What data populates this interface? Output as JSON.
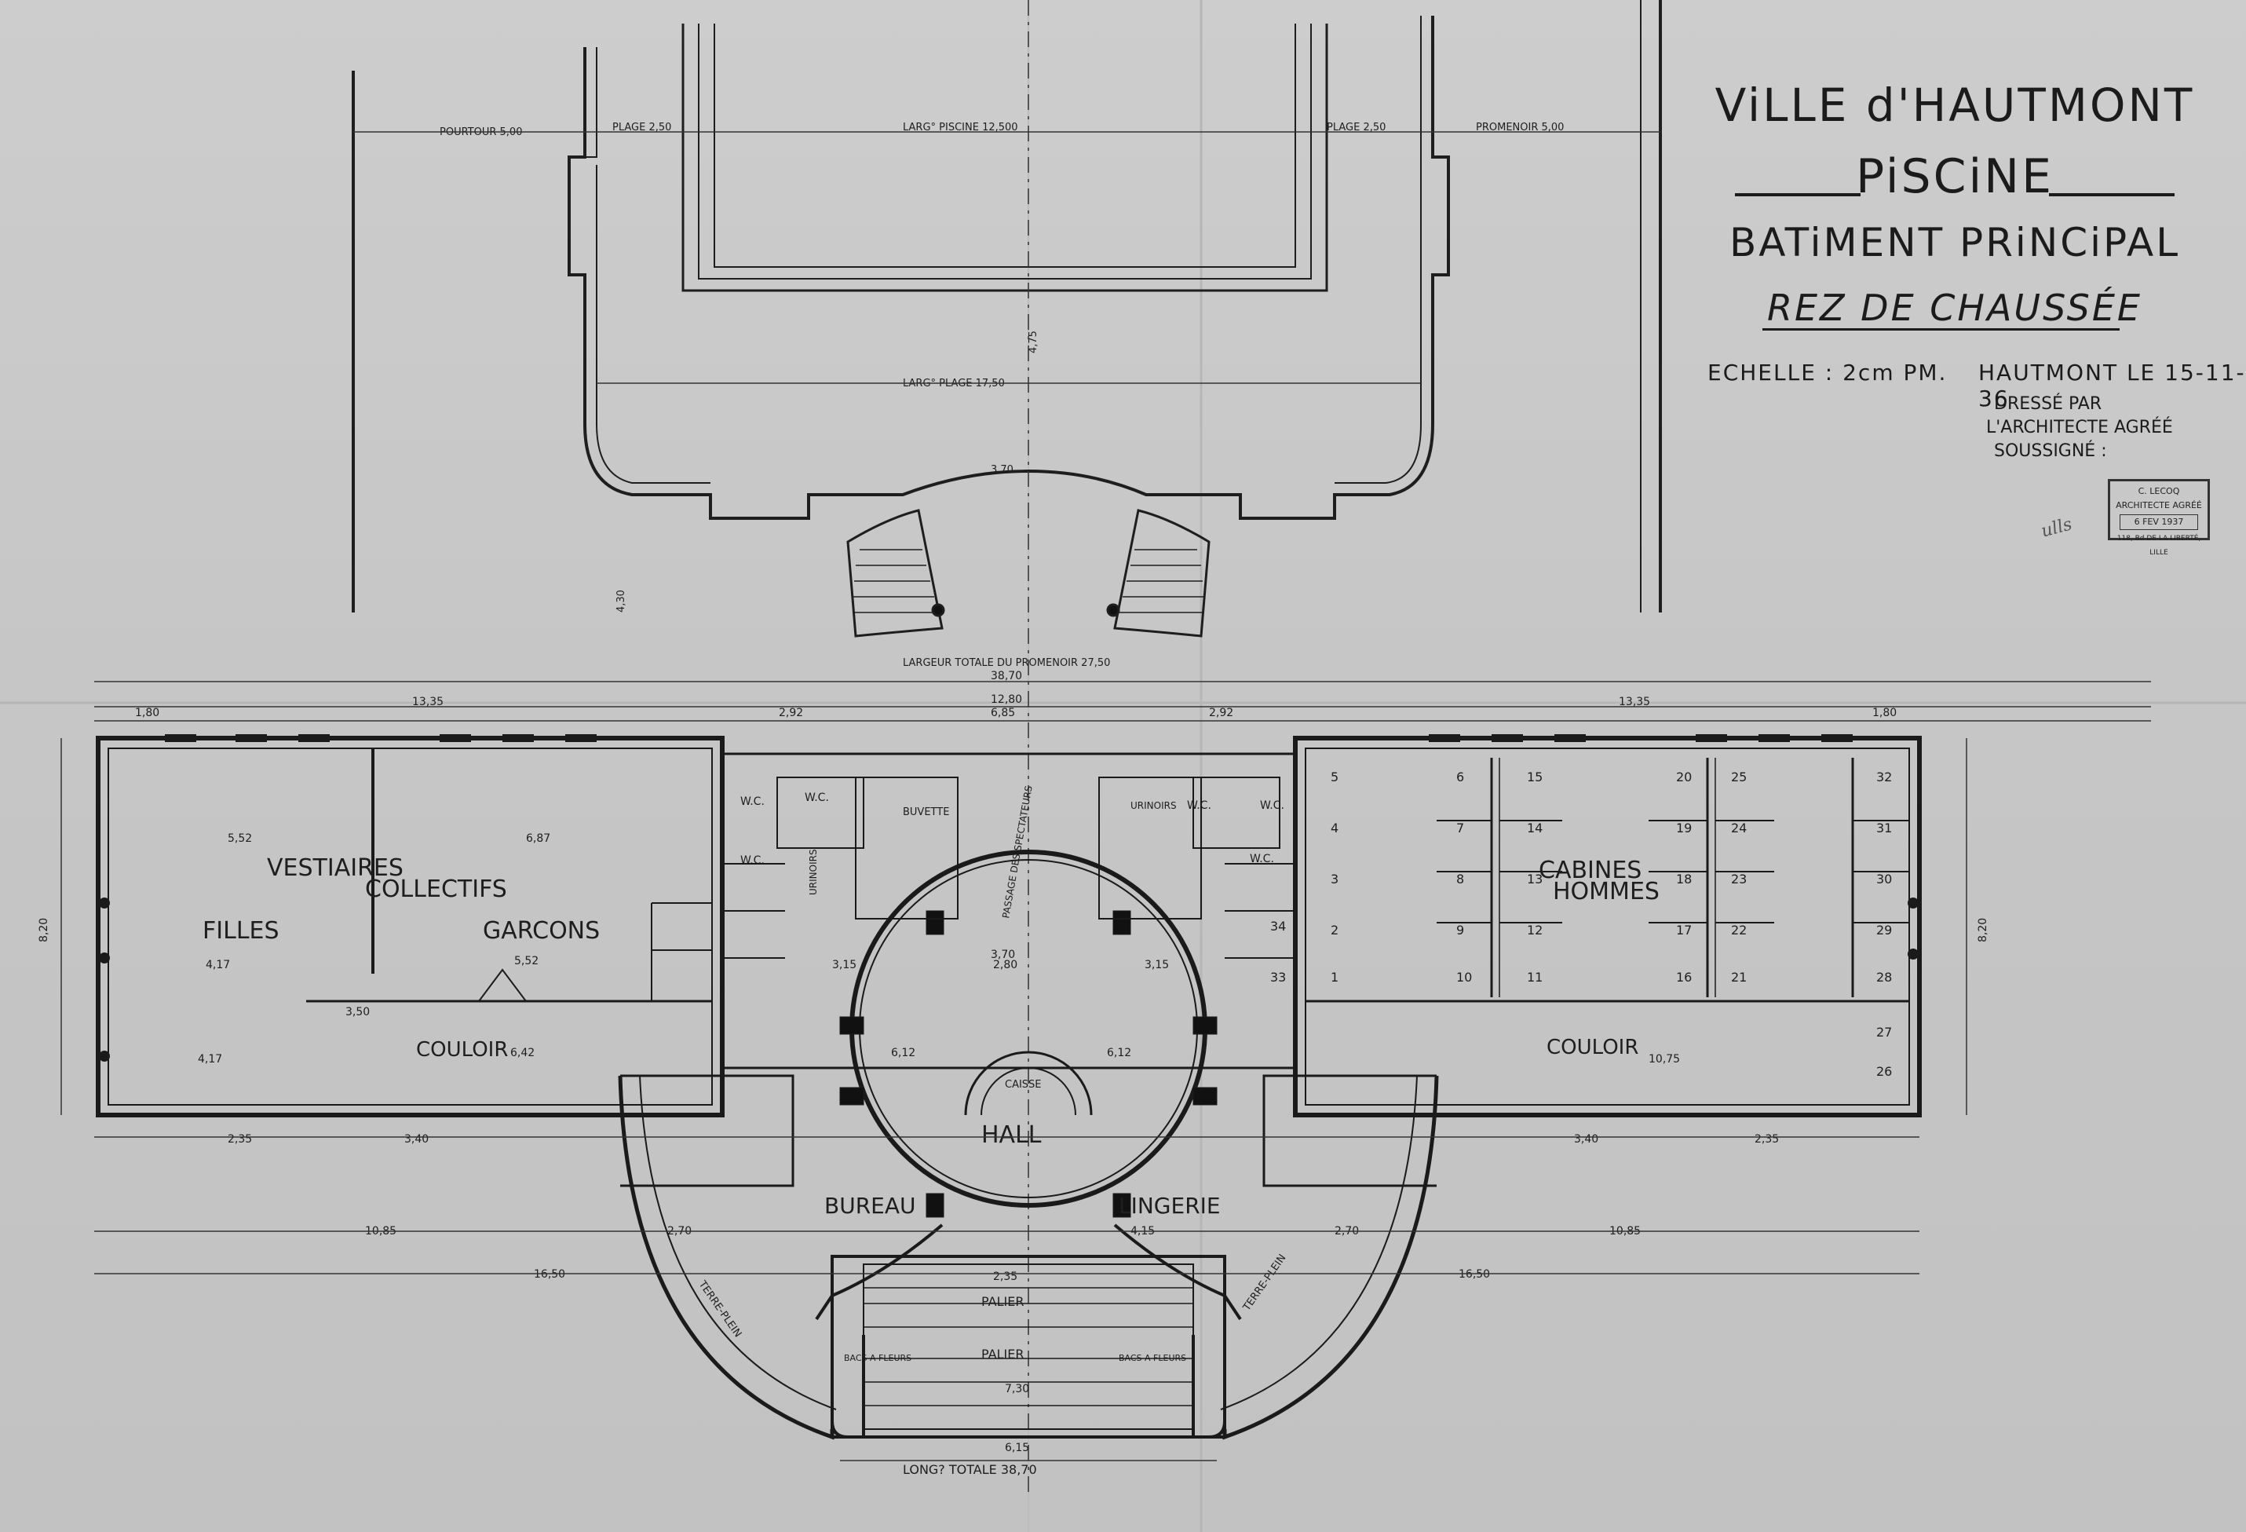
{
  "title_block": {
    "line1": "ViLLE d'HAUTMONT",
    "line2": "PiSCiNE",
    "line3": "BATiMENT PRiNCiPAL",
    "line4": "REZ DE CHAUSSÉE",
    "scale": "ECHELLE : 2cm PM.",
    "date": "HAUTMONT LE 15-11-36",
    "dresse1": "DRESSÉ PAR",
    "dresse2": "L'ARCHITECTE AGRÉÉ",
    "dresse3": "SOUSSIGNÉ :"
  },
  "stamp": {
    "name": "C. LECOQ",
    "role": "ARCHITECTE AGRÉÉ",
    "date": "6 FEV 1937",
    "address": "118, Bd DE LA LIBERTÉ, LILLE"
  },
  "initials": "ulls",
  "pool": {
    "pourtour": "POURTOUR 5,00",
    "plage_left": "PLAGE 2,50",
    "largeur_piscine": "LARG° PISCINE 12,500",
    "plage_right": "PLAGE 2,50",
    "promenoir": "PROMENOIR 5,00",
    "largeur_plage": "LARG° PLAGE 17,50",
    "largeur_totale": "LARGEUR TOTALE DU PROMENOIR 27,50",
    "dim_3_70": "3,70",
    "dim_4_75": "4,75",
    "dim_4_30": "4,30"
  },
  "rooms": {
    "vestiaires": "VESTIAIRES",
    "collectifs": "COLLECTIFS",
    "filles": "FILLES",
    "garcons": "GARCONS",
    "couloir_left": "COULOIR",
    "couloir_right": "COULOIR",
    "cabines": "CABINES",
    "hommes": "HOMMES",
    "hall": "HALL",
    "bureau": "BUREAU",
    "lingerie": "LINGERIE",
    "buvette": "BUVETTE",
    "urinoirs_left": "URINOIRS",
    "urinoirs_right": "URINOIRS",
    "wc_1": "W.C.",
    "wc_2": "W.C.",
    "wc_3": "W.C.",
    "wc_4": "W.C.",
    "wc_5": "W.C.",
    "wc_6": "W.C.",
    "palier_1": "PALIER",
    "palier_2": "PALIER",
    "terre_plein_left": "TERRE-PLEIN",
    "terre_plein_right": "TERRE-PLEIN",
    "bacs_left": "BACS A FLEURS",
    "bacs_right": "BACS A FLEURS",
    "caisse": "CAISSE",
    "passage": "PASSAGE DES SPECTATEURS"
  },
  "dimensions": {
    "total_width": "38,70",
    "long_totale": "LONG? TOTALE 38,70",
    "left_10_85": "10,85",
    "right_10_85": "10,85",
    "left_16_50": "16,50",
    "right_16_50": "16,50",
    "depth_left": "8,20",
    "depth_right": "8,20",
    "top_left_1_80": "1,80",
    "top_right_1_80": "1,80",
    "d_2_92_left": "2,92",
    "d_2_92_right": "2,92",
    "d_13_35_left": "13,35",
    "d_13_35_right": "13,35",
    "d_12_80": "12,80",
    "d_6_85": "6,85",
    "d_7_30": "7,30",
    "d_6_15": "6,15",
    "d_3_70": "3,70",
    "d_5_52_a": "5,52",
    "d_6_87": "6,87",
    "d_5_52_b": "5,52",
    "d_6_42": "6,42",
    "d_4_17_a": "4,17",
    "d_4_17_b": "4,17",
    "d_3_50": "3,50",
    "d_10_75": "10,75",
    "d_3_15_a": "3,15",
    "d_3_15_b": "3,15",
    "d_6_12_a": "6,12",
    "d_6_12_b": "6,12",
    "d_2_80": "2,80",
    "d_2_35": "2,35",
    "d_2_70_a": "2,70",
    "d_2_70_b": "2,70",
    "d_4_15": "4,15",
    "d_3_40_a": "3,40",
    "d_3_40_b": "3,40",
    "d_2_35_a": "2,35",
    "d_2_35_b": "2,35"
  },
  "cabin_numbers": [
    "1",
    "2",
    "3",
    "4",
    "5",
    "6",
    "7",
    "8",
    "9",
    "10",
    "11",
    "12",
    "13",
    "14",
    "15",
    "16",
    "17",
    "18",
    "19",
    "20",
    "21",
    "22",
    "23",
    "24",
    "25",
    "26",
    "27",
    "28",
    "29",
    "30",
    "31",
    "32",
    "33",
    "34"
  ]
}
